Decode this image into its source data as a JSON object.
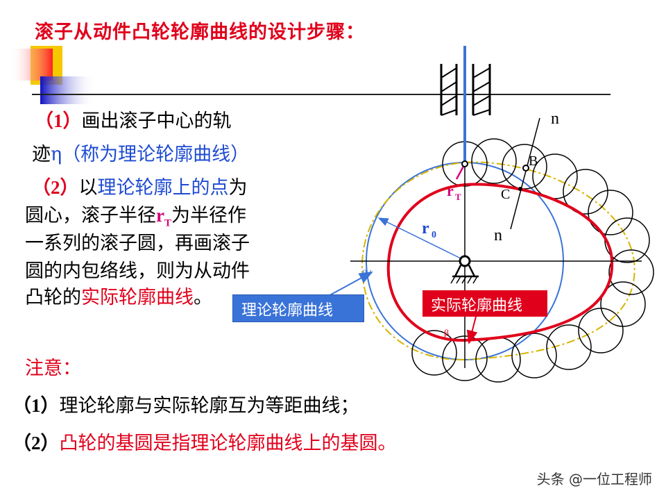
{
  "title": "滚子从动件凸轮轮廓曲线的设计步骤：",
  "steps": {
    "s1_num": "（1）",
    "s1_text_a": "画出滚子中心的轨",
    "s1_text_b_pre": "迹",
    "s1_eta": "η",
    "s1_text_b_blue": "（称为理论轮廓曲线）",
    "s2_num": "（2）",
    "s2_pre": "以",
    "s2_blue": "理论轮廓上的点",
    "s2_post": "为",
    "s2_line2_pre": "圆心，滚子半径",
    "s2_rt": "r",
    "s2_rt_sub": "T",
    "s2_line2_post": "为半径作",
    "s2_line3": "一系列的滚子圆，再画滚子",
    "s2_line4": "圆的内包络线，则为从动件",
    "s2_line5_pre": "凸轮的",
    "s2_line5_red": "实际轮廓曲线",
    "s2_line5_post": "。"
  },
  "notes": {
    "heading": "注意：",
    "n1_num": "（1）",
    "n1_text": "理论轮廓与实际轮廓互为等距曲线；",
    "n2_num": "（2）",
    "n2_text": "凸轮的基圆是指理论轮廓曲线上的基圆。"
  },
  "diagram": {
    "label_theory": "理论轮廓曲线",
    "label_actual": "实际轮廓曲线",
    "n_top": "n",
    "n_bottom": "n",
    "point_b": "B",
    "point_c": "C",
    "r0": "r",
    "r0_sub": "0",
    "rt": "r",
    "rt_sub": "T",
    "beta": "β",
    "beta_prime": "β ′"
  },
  "watermark": "头条 @一位工程师",
  "colors": {
    "red": "#e0001b",
    "blue": "#1e4bd2",
    "magenta": "#d4007a",
    "theory_box": "#3a73d8",
    "gold_dash": "#d6b400"
  }
}
